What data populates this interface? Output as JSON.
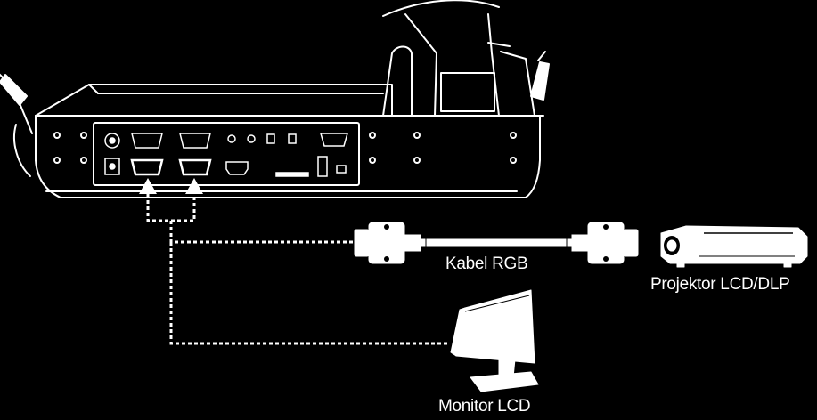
{
  "labels": {
    "cable": "Kabel RGB",
    "projector": "Projektor LCD/DLP",
    "monitor": "Monitor LCD"
  },
  "colors": {
    "background": "#000000",
    "line": "#ffffff"
  },
  "icons": {
    "device": "document-camera-icon",
    "cable": "vga-cable-icon",
    "projector": "projector-icon",
    "monitor": "lcd-monitor-icon"
  }
}
